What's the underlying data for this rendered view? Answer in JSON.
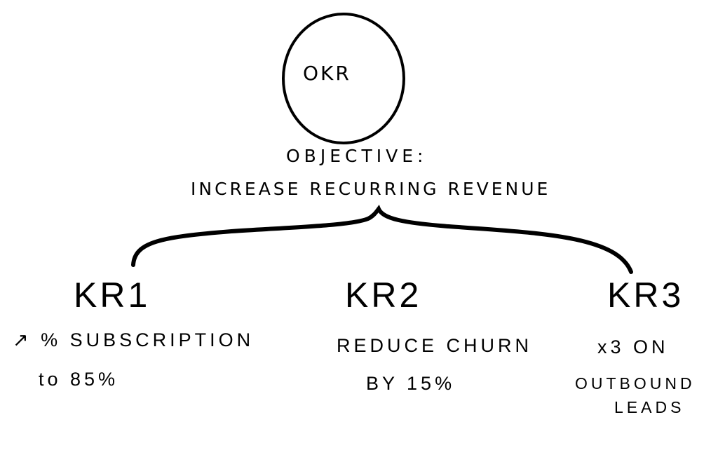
{
  "okr": {
    "label": "OKR"
  },
  "objective": {
    "heading": "OBJECTIVE:",
    "text": "INCREASE RECURRING REVENUE"
  },
  "key_results": [
    {
      "label": "KR1",
      "lines": [
        "↗ % SUBSCRIPTION",
        "to 85%"
      ]
    },
    {
      "label": "KR2",
      "lines": [
        "REDUCE CHURN",
        "BY 15%"
      ]
    },
    {
      "label": "KR3",
      "lines": [
        "x3 ON",
        "OUTBOUND",
        "LEADS"
      ]
    }
  ]
}
